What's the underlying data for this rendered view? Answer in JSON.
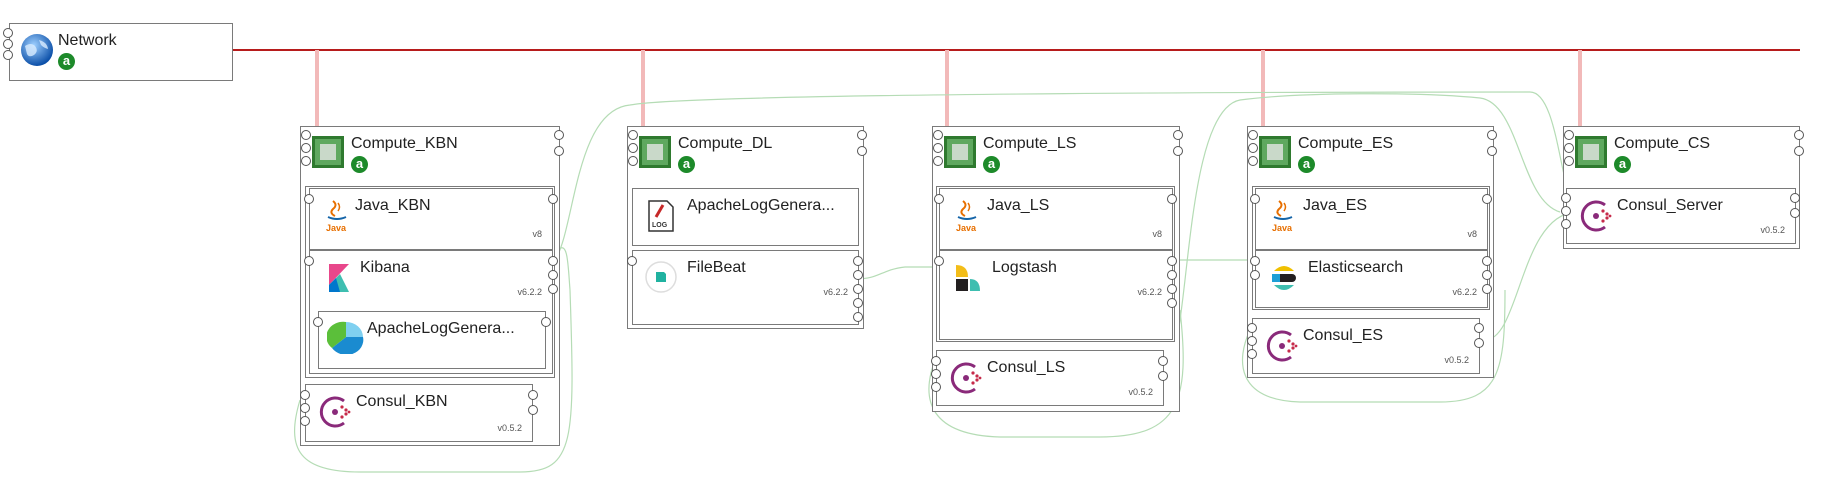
{
  "network": {
    "label": "Network",
    "badge": "a"
  },
  "computes": {
    "kbn": {
      "label": "Compute_KBN",
      "badge": "a"
    },
    "dl": {
      "label": "Compute_DL",
      "badge": "a"
    },
    "ls": {
      "label": "Compute_LS",
      "badge": "a"
    },
    "es": {
      "label": "Compute_ES",
      "badge": "a"
    },
    "cs": {
      "label": "Compute_CS",
      "badge": "a"
    }
  },
  "components": {
    "java_kbn": {
      "label": "Java_KBN",
      "version": "v8"
    },
    "kibana": {
      "label": "Kibana",
      "version": "v6.2.2"
    },
    "apache_kbn": {
      "label": "ApacheLogGenera..."
    },
    "consul_kbn": {
      "label": "Consul_KBN",
      "version": "v0.5.2"
    },
    "apache_dl": {
      "label": "ApacheLogGenera..."
    },
    "filebeat": {
      "label": "FileBeat",
      "version": "v6.2.2"
    },
    "java_ls": {
      "label": "Java_LS",
      "version": "v8"
    },
    "logstash": {
      "label": "Logstash",
      "version": "v6.2.2"
    },
    "consul_ls": {
      "label": "Consul_LS",
      "version": "v0.5.2"
    },
    "java_es": {
      "label": "Java_ES",
      "version": "v8"
    },
    "elastic": {
      "label": "Elasticsearch",
      "version": "v6.2.2"
    },
    "consul_es": {
      "label": "Consul_ES",
      "version": "v0.5.2"
    },
    "consul_srv": {
      "label": "Consul_Server",
      "version": "v0.5.2"
    }
  },
  "icons": {
    "network": "globe-icon",
    "compute": "cpu-chip-icon",
    "java": "java-icon",
    "java_text": "Java",
    "kibana": "kibana-icon",
    "apache": "apache-log-generator-icon",
    "log": "log-file-icon",
    "log_text": "LOG",
    "filebeat": "filebeat-icon",
    "logstash": "logstash-icon",
    "elasticsearch": "elasticsearch-icon",
    "consul": "consul-icon"
  },
  "colors": {
    "network_line": "#b71c1c",
    "network_drop": "#f2b9b9",
    "connection": "#b5dcb5",
    "badge": "#1d8a2a",
    "border": "#7a7a7a"
  }
}
